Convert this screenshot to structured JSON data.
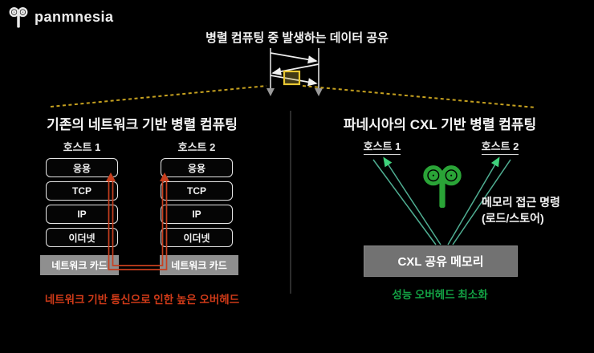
{
  "header": {
    "brand": "panmnesia"
  },
  "top_diagram": {
    "caption": "병렬 컴퓨팅 중 발생하는 데이터 공유"
  },
  "left_panel": {
    "title": "기존의 네트워크 기반 병렬 컴퓨팅",
    "host1": "호스트 1",
    "host2": "호스트 2",
    "layers": [
      "응용",
      "TCP",
      "IP",
      "이더넷"
    ],
    "network_card": "네트워크 카드",
    "caption": "네트워크 기반 통신으로 인한 높은 오버헤드"
  },
  "right_panel": {
    "title": "파네시아의 CXL 기반 병렬 컴퓨팅",
    "host1": "호스트 1",
    "host2": "호스트 2",
    "memory_note_line1": "메모리 접근 명령",
    "memory_note_line2": "(로드/스토어)",
    "memory_box": "CXL 공유 메모리",
    "caption": "성능 오버헤드 최소화"
  },
  "colors": {
    "background": "#000000",
    "accent_yellow": "#c6a11f",
    "overhead_red": "#cf3a18",
    "panmnesia_green": "#2aa437",
    "arrow_mint": "#4fae92",
    "benefit_green": "#13a244",
    "card_gray": "#8f8f8f",
    "memory_gray": "#727272"
  }
}
